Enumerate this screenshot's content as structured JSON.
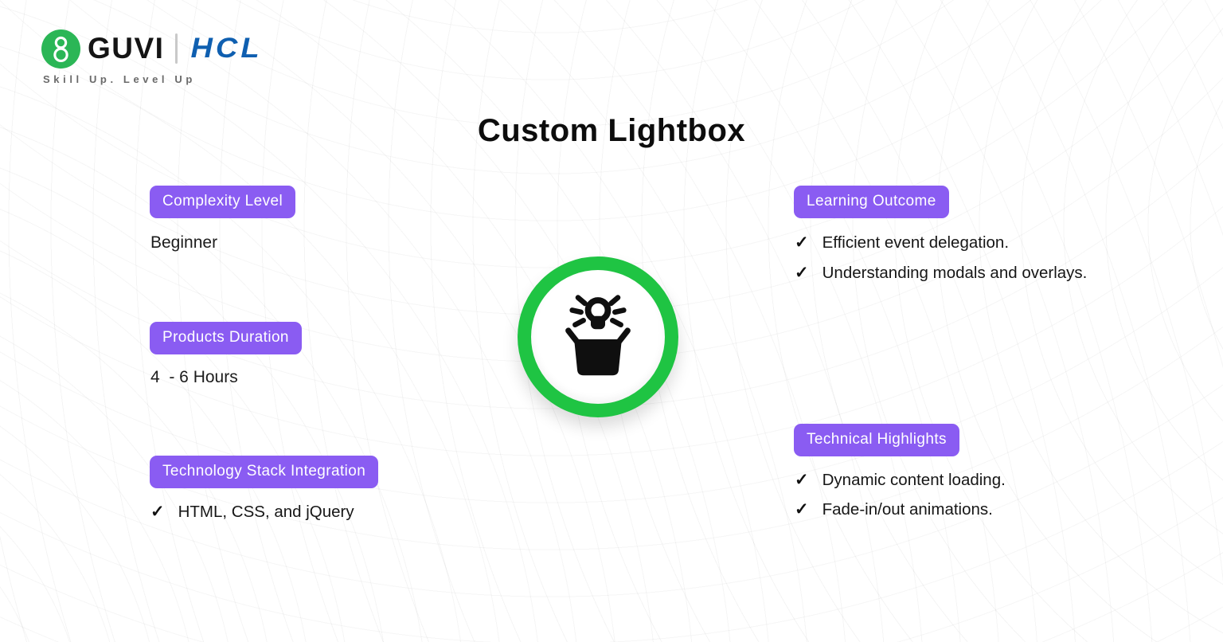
{
  "header": {
    "brand": "GUVI",
    "partner": "HCL",
    "tagline": "Skill Up. Level Up",
    "logo_icon": "guvi-loop-icon"
  },
  "title": "Custom Lightbox",
  "glyphs": {
    "check": "✓"
  },
  "colors": {
    "accent": "#8A5CF2",
    "ring_green": "#1FC443",
    "logo_green": "#2BB656",
    "hcl_blue": "#0F5FB0",
    "text": "#1B1B1B",
    "muted": "#6A6A6A",
    "pattern_line": "#ECECEC"
  },
  "center_icon": "lightbox-open-box-bulb-icon",
  "sections": {
    "complexity": {
      "label": "Complexity Level",
      "value": "Beginner"
    },
    "duration": {
      "label": "Products Duration",
      "value": "4  - 6 Hours"
    },
    "tech_stack": {
      "label": "Technology Stack Integration",
      "items": [
        "HTML, CSS, and jQuery"
      ]
    },
    "learning": {
      "label": "Learning Outcome",
      "items": [
        "Efficient event delegation.",
        "Understanding modals and overlays."
      ]
    },
    "highlights": {
      "label": "Technical Highlights",
      "items": [
        "Dynamic content loading.",
        "Fade-in/out animations."
      ]
    }
  }
}
